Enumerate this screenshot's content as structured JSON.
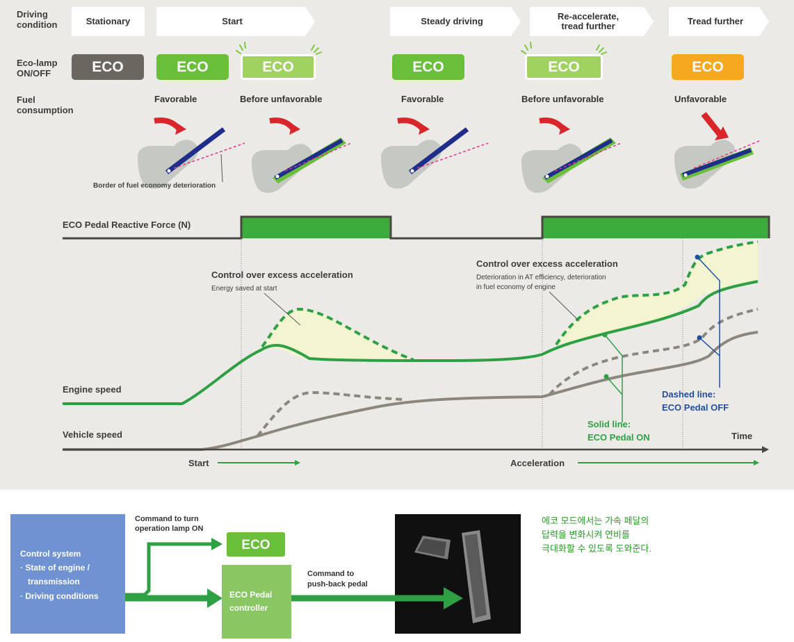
{
  "rows": {
    "driving_condition": "Driving condition",
    "eco_lamp": "Eco-lamp ON/OFF",
    "fuel_consumption": "Fuel consumption"
  },
  "stages": {
    "stationary": "Stationary",
    "start": "Start",
    "steady": "Steady driving",
    "reaccel_1": "Re-accelerate,",
    "reaccel_2": "tread further",
    "tread_further": "Tread further"
  },
  "eco_label": "ECO",
  "eco_colors": {
    "off": "#6b6660",
    "on": "#6abf3a",
    "blinking": "#9fd25e",
    "unfavorable": "#f6a821"
  },
  "fuel": {
    "favorable": "Favorable",
    "before_unfavorable": "Before unfavorable",
    "unfavorable": "Unfavorable",
    "border_label": "Border of fuel economy deterioration"
  },
  "graph": {
    "reactive_force_label": "ECO Pedal Reactive Force (N)",
    "control_1_title": "Control over excess acceleration",
    "control_1_sub": "Energy saved at start",
    "control_2_title": "Control over excess acceleration",
    "control_2_sub_1": "Deterioration in AT efficiency, deterioration",
    "control_2_sub_2": "in fuel economy of engine",
    "engine_speed": "Engine speed",
    "vehicle_speed": "Vehicle speed",
    "solid_1": "Solid line:",
    "solid_2": "ECO Pedal ON",
    "dashed_1": "Dashed line:",
    "dashed_2": "ECO Pedal OFF",
    "time": "Time",
    "start_arrow": "Start",
    "accel_arrow": "Acceleration"
  },
  "diagram": {
    "control_system": "Control system",
    "bullet_1a": "· State of engine /",
    "bullet_1b": "transmission",
    "bullet_2": "· Driving conditions",
    "cmd_lamp_1": "Command to turn",
    "cmd_lamp_2": "operation lamp ON",
    "controller_1": "ECO Pedal",
    "controller_2": "controller",
    "cmd_pedal_1": "Command to",
    "cmd_pedal_2": "push-back pedal"
  },
  "korean": {
    "line_1": "에코 모드에서는 가속 페달의",
    "line_2": "답력을 변화시켜 연비를",
    "line_3": "극대화할 수 있도록 도와준다."
  },
  "colors": {
    "green": "#2ea043",
    "gray": "#8c877e",
    "blue": "#1f4fa0",
    "pink": "#e8348c",
    "fill": "#f2f5cf"
  }
}
